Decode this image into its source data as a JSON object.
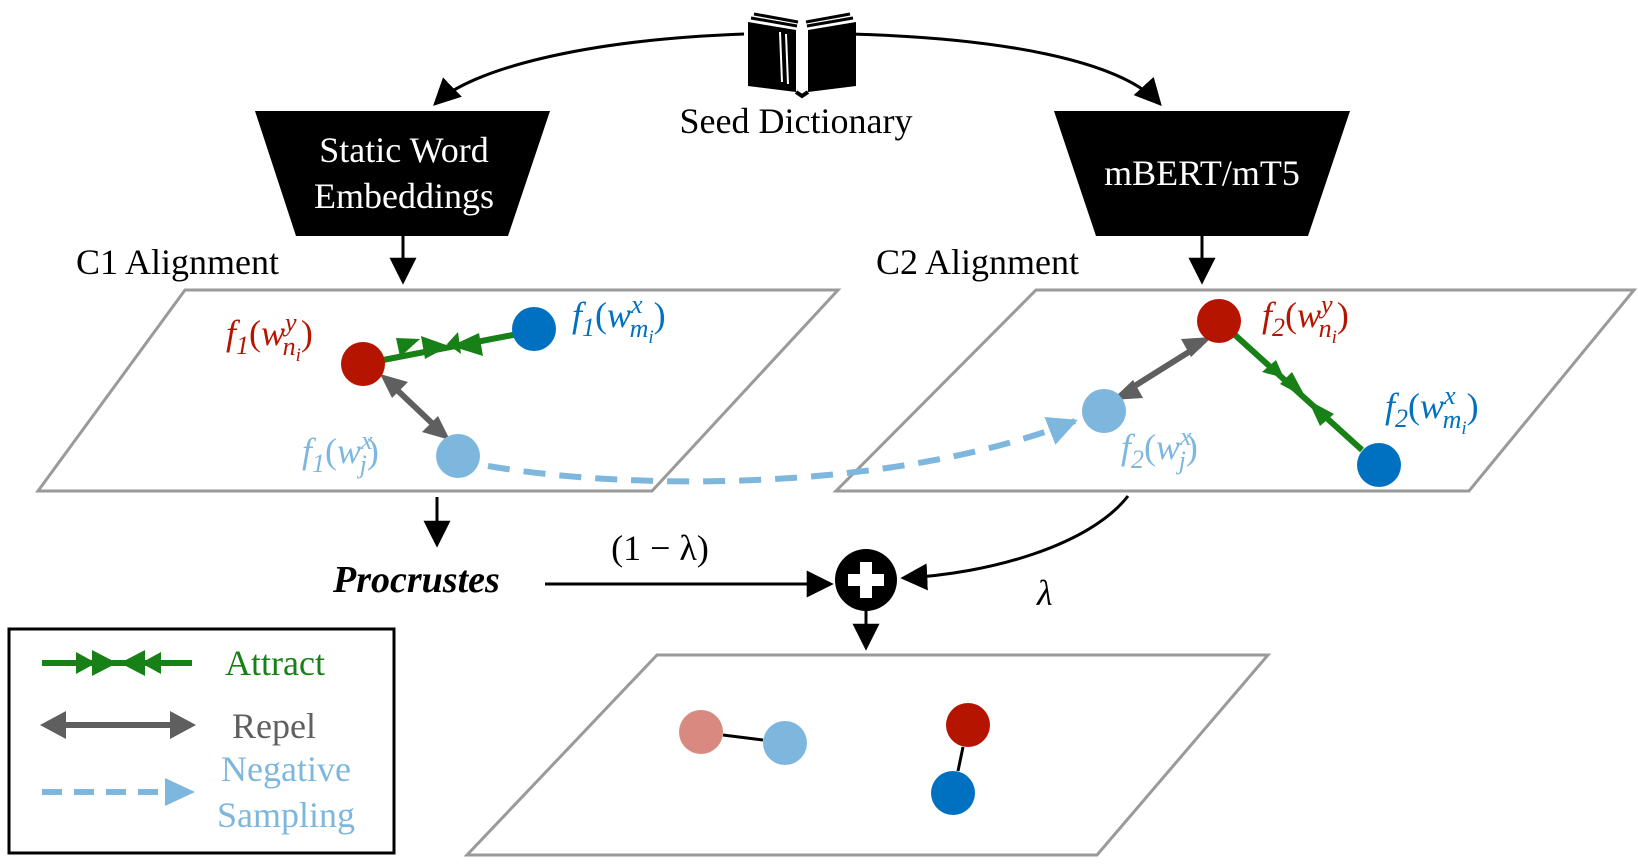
{
  "seed_dictionary": {
    "label": "Seed Dictionary",
    "icon": "open-book-icon"
  },
  "encoders": {
    "left": {
      "line1": "Static Word",
      "line2": "Embeddings"
    },
    "right": {
      "line1": "mBERT/mT5"
    }
  },
  "alignments": {
    "c1": {
      "title": "C1 Alignment"
    },
    "c2": {
      "title": "C2 Alignment"
    }
  },
  "points": {
    "c1_target": {
      "func": "f",
      "func_index": "1",
      "open": "(",
      "word": "w",
      "sup": "y",
      "sub": "n",
      "subsub": "i",
      "close": ")"
    },
    "c1_source": {
      "func": "f",
      "func_index": "1",
      "open": "(",
      "word": "w",
      "sup": "x",
      "sub": "m",
      "subsub": "i",
      "close": ")"
    },
    "c1_negative": {
      "func": "f",
      "func_index": "1",
      "open": "(",
      "word": "w",
      "sup": "x",
      "sub": "j",
      "close": ")"
    },
    "c2_target": {
      "func": "f",
      "func_index": "2",
      "open": "(",
      "word": "w",
      "sup": "y",
      "sub": "n",
      "subsub": "i",
      "close": ")"
    },
    "c2_source": {
      "func": "f",
      "func_index": "2",
      "open": "(",
      "word": "w",
      "sup": "x",
      "sub": "m",
      "subsub": "i",
      "close": ")"
    },
    "c2_negative": {
      "func": "f",
      "func_index": "2",
      "open": "(",
      "word": "w",
      "sup": "x",
      "sub": "j",
      "close": ")"
    }
  },
  "combine": {
    "procrustes": "Procrustes",
    "weight_left": "(1 − λ)",
    "weight_right": "λ",
    "operator_icon": "plus-circle-icon"
  },
  "legend": {
    "attract": "Attract",
    "repel": "Repel",
    "negative_line1": "Negative",
    "negative_line2": "Sampling"
  },
  "colors": {
    "target_red": "#b51500",
    "source_blue": "#0070c0",
    "negative_lightblue": "#7eb7de",
    "faded_red": "#d98a80",
    "attract_green": "#178017",
    "repel_gray": "#5f5f5f",
    "plane_border": "#9a9a9a"
  }
}
